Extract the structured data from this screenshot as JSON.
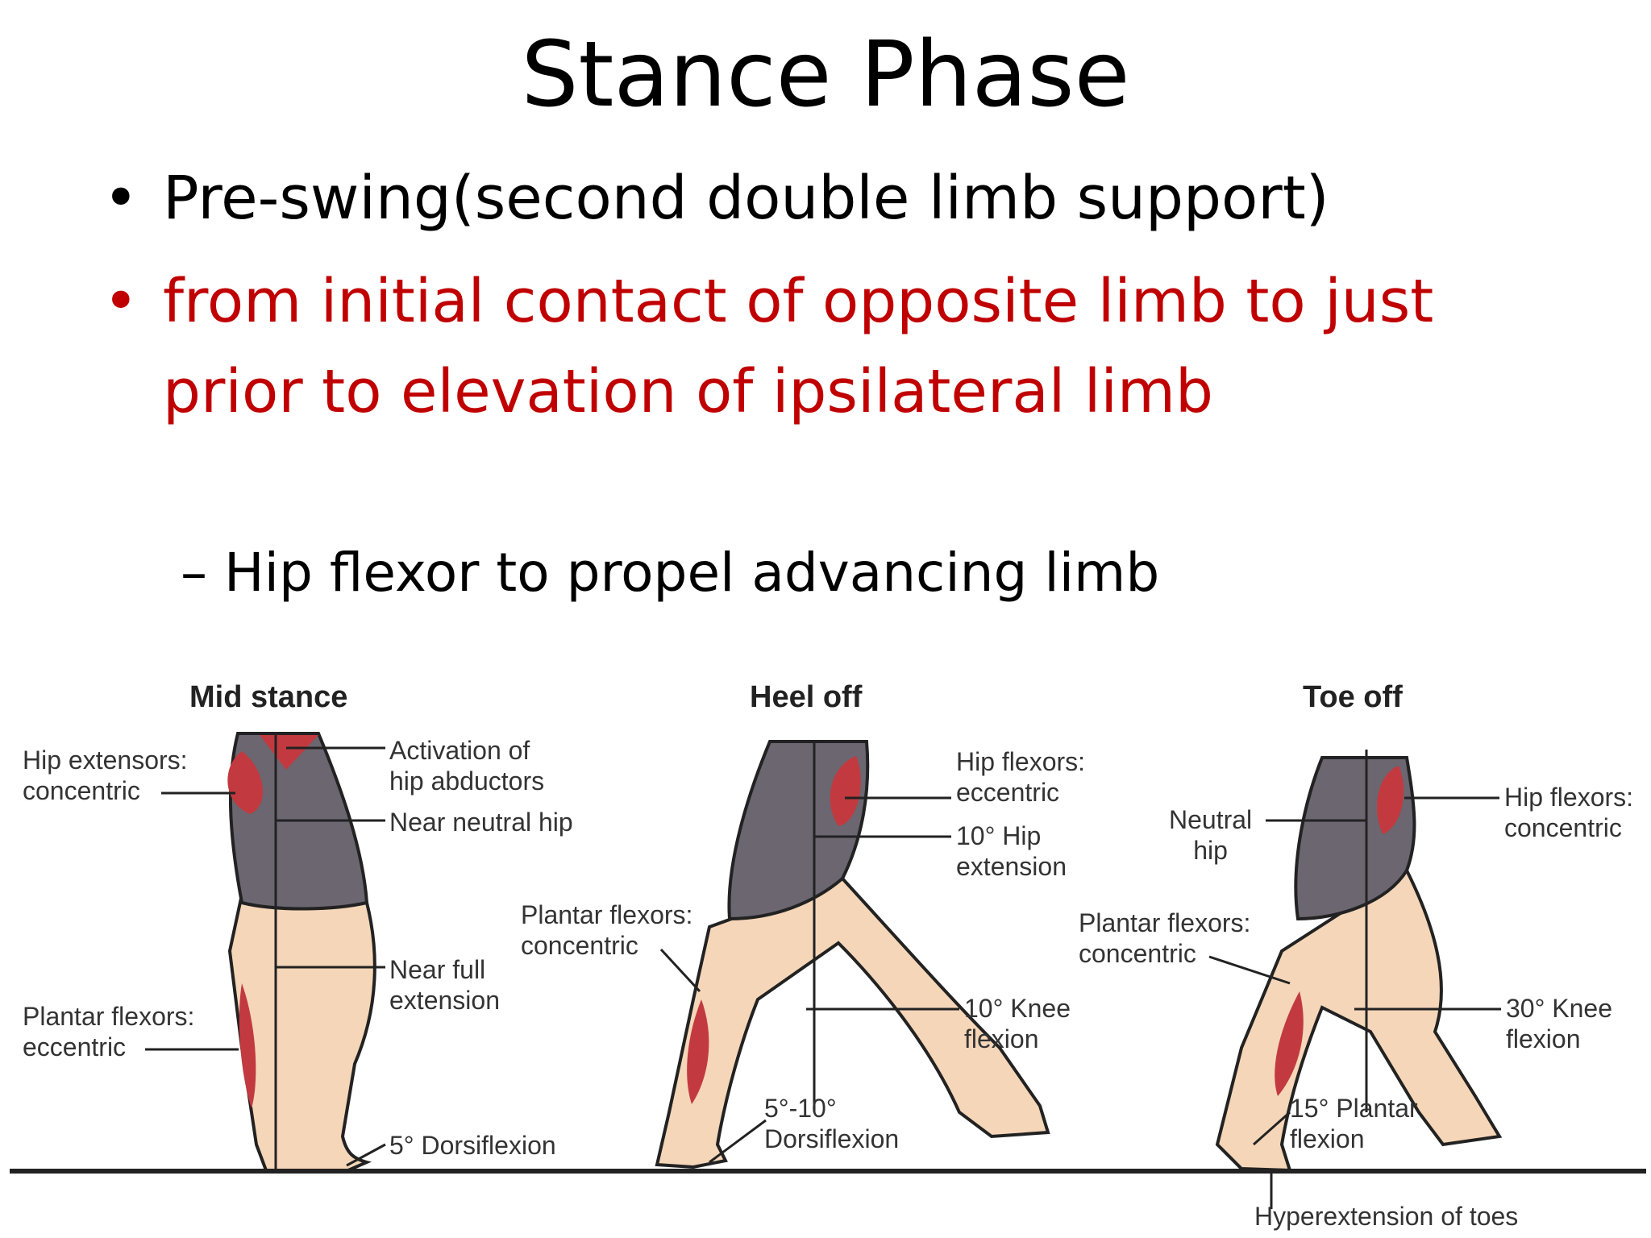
{
  "slide": {
    "title": "Stance Phase",
    "bullets": [
      "Pre-swing(second double limb support)",
      "from initial contact of opposite limb to just prior to elevation of ipsilateral limb"
    ],
    "sub_bullet": "Hip flexor to propel advancing limb",
    "bullet_symbol": "•",
    "dash_symbol": "–",
    "colors": {
      "text": "#000000",
      "highlight": "#c00000",
      "skin": "#f5d6b8",
      "shorts": "#6b6670",
      "muscle": "#c23a3f"
    }
  },
  "figure": {
    "phases": {
      "mid": "Mid stance",
      "heel": "Heel off",
      "toe": "Toe off"
    },
    "labels": {
      "mid_hip_ext": "Hip extensors:\nconcentric",
      "mid_plantar": "Plantar flexors:\neccentric",
      "mid_abductors": "Activation of\nhip abductors",
      "mid_neutral_hip": "Near neutral hip",
      "mid_full_ext": "Near full\nextension",
      "mid_dorsi": "5° Dorsiflexion",
      "heel_hip_flex": "Hip flexors:\neccentric",
      "heel_hip_ext": "10° Hip\nextension",
      "heel_plantar": "Plantar flexors:\nconcentric",
      "heel_knee": "10° Knee\nflexion",
      "heel_dorsi": "5°-10°\nDorsiflexion",
      "toe_neutral": "Neutral\nhip",
      "toe_hip_flex": "Hip flexors:\nconcentric",
      "toe_plantar": "Plantar flexors:\nconcentric",
      "toe_knee": "30° Knee\nflexion",
      "toe_plantar_flex": "15° Plantar\nflexion",
      "toe_hyper": "Hyperextension of toes"
    }
  }
}
